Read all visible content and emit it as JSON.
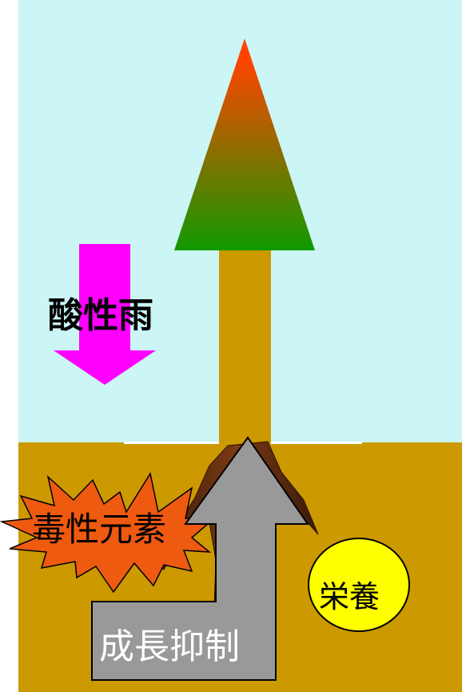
{
  "labels": {
    "acid_rain": "酸性雨",
    "toxic_elements": "毒性元素",
    "nutrients": "栄養",
    "growth_inhibition": "成長抑制"
  },
  "colors": {
    "sky": "#ccf5f5",
    "soil": "#cc9900",
    "trunk": "#cc9900",
    "canopy_top": "#ff4400",
    "canopy_bottom": "#119a00",
    "acid_arrow": "#ff00ff",
    "burst": "#ee5a10",
    "nutrient_circle": "#ffff00",
    "growth_arrow": "#999999",
    "roots": "#5a2a10"
  }
}
